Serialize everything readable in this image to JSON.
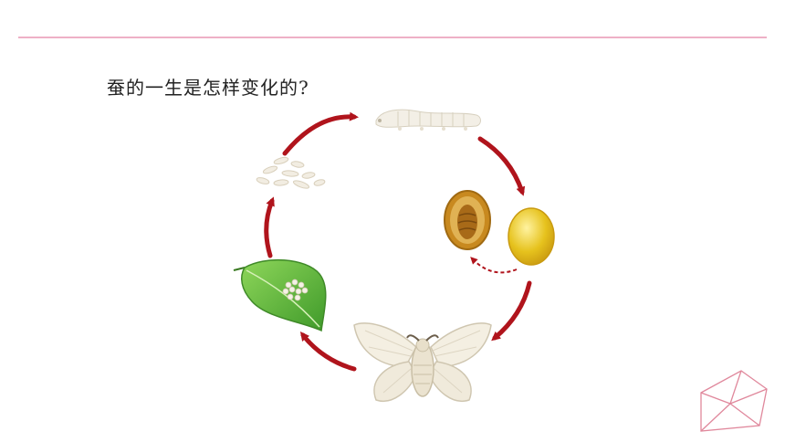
{
  "slide": {
    "question": "蚕的一生是怎样变化的?"
  },
  "diagram": {
    "stages": [
      {
        "id": "eggs-on-leaf",
        "icon": "leaf-with-eggs-icon"
      },
      {
        "id": "hatched-larvae",
        "icon": "small-larvae-icon"
      },
      {
        "id": "silkworm",
        "icon": "silkworm-icon"
      },
      {
        "id": "pupa-in-cocoon",
        "icon": "pupa-icon"
      },
      {
        "id": "cocoon",
        "icon": "cocoon-icon"
      },
      {
        "id": "moth",
        "icon": "silk-moth-icon"
      }
    ],
    "colors": {
      "arrow": "#b0141c",
      "leaf": "#5db53a",
      "cocoon": "#e6c21d",
      "pupa": "#c8891f",
      "accent": "#e0889c"
    }
  }
}
